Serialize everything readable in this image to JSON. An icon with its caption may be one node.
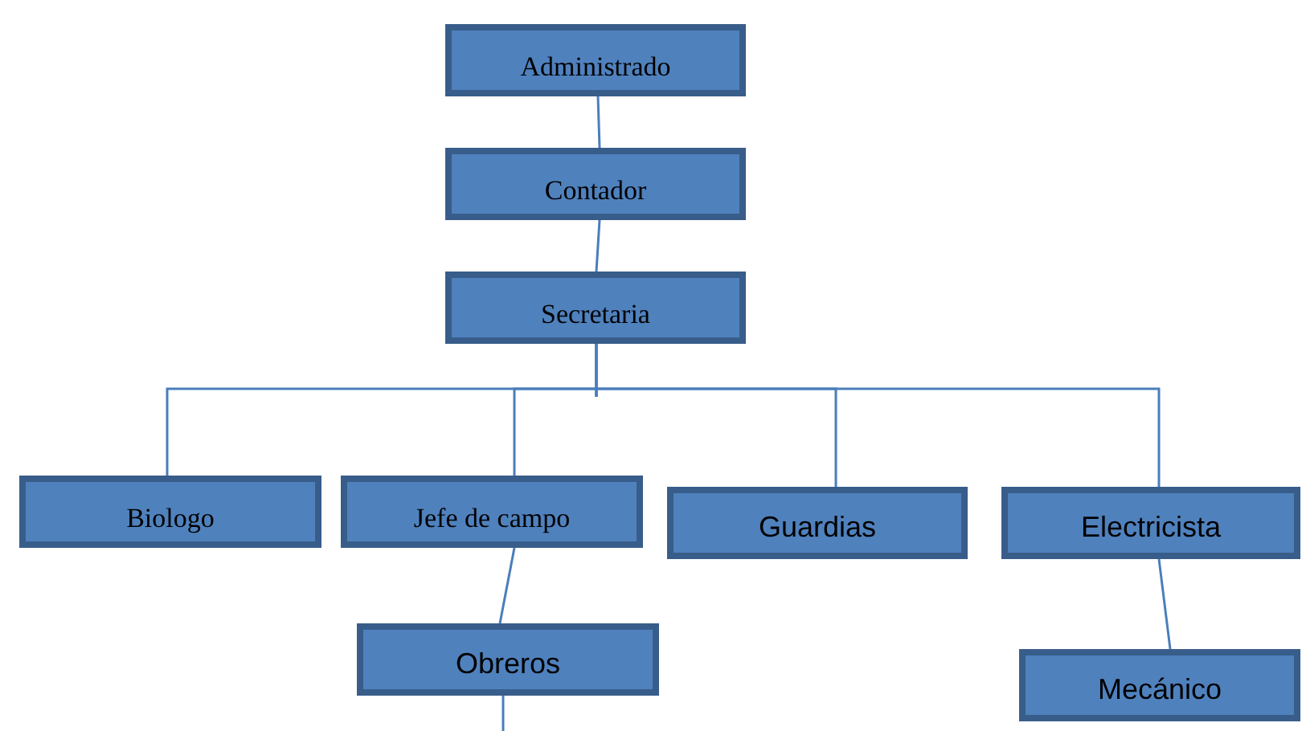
{
  "diagram": {
    "nodes": [
      {
        "text": [
          "Administrado"
        ]
      },
      {
        "text": [
          "Contador"
        ]
      },
      {
        "text": [
          "Secretaria"
        ]
      },
      {
        "text": [
          "Biologo"
        ]
      },
      {
        "text": [
          "Jefe de campo"
        ]
      },
      {
        "text": [
          "Guardias"
        ]
      },
      {
        "text": [
          "Electricista"
        ]
      },
      {
        "text": [
          "Obreros"
        ]
      },
      {
        "text": [
          "Mecánico"
        ]
      }
    ],
    "edges": [
      {
        "from": 0,
        "to": 1,
        "arrow": "none"
      },
      {
        "from": 1,
        "to": 2,
        "arrow": "none"
      },
      {
        "from": 2,
        "to": 3,
        "arrow": "none"
      },
      {
        "from": 2,
        "to": 4,
        "arrow": "none"
      },
      {
        "from": 2,
        "to": 5,
        "arrow": "none"
      },
      {
        "from": 2,
        "to": 6,
        "arrow": "none"
      },
      {
        "from": 4,
        "to": 7,
        "arrow": "none"
      },
      {
        "from": 6,
        "to": 8,
        "arrow": "none"
      },
      {
        "from": 7,
        "to": null,
        "arrow": "none"
      }
    ]
  }
}
